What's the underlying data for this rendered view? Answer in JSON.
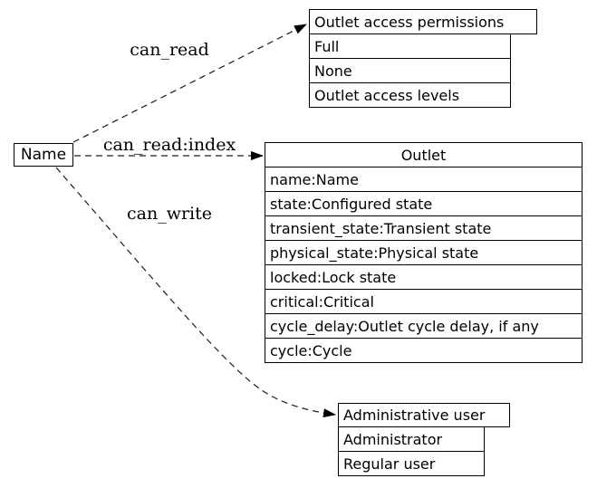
{
  "diagram": {
    "source_node": {
      "label": "Name"
    },
    "edges": [
      {
        "label": "can_read",
        "from": "Name",
        "to": "Outlet access permissions",
        "style": "dashed"
      },
      {
        "label": "can_read:index",
        "from": "Name",
        "to": "Outlet",
        "style": "dashed"
      },
      {
        "label": "can_write",
        "from": "Name",
        "to": "Administrative user",
        "style": "dashed"
      }
    ],
    "tables": {
      "permissions": {
        "header": "Outlet access permissions",
        "rows": [
          "Full",
          "None",
          "Outlet access levels"
        ]
      },
      "outlet": {
        "header": "Outlet",
        "rows": [
          "name:Name",
          "state:Configured state",
          "transient_state:Transient state",
          "physical_state:Physical state",
          "locked:Lock state",
          "critical:Critical",
          "cycle_delay:Outlet cycle delay, if any",
          "cycle:Cycle"
        ]
      },
      "admin": {
        "header": "Administrative user",
        "rows": [
          "Administrator",
          "Regular user"
        ]
      }
    },
    "colors": {
      "background": "#ffffff",
      "stroke": "#000000",
      "text": "#000000"
    }
  }
}
